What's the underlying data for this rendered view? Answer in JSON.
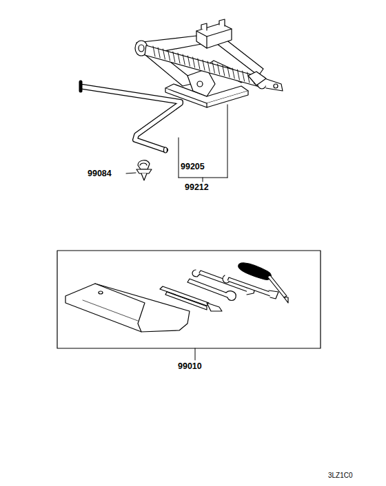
{
  "diagram": {
    "labels": [
      "99084",
      "99205",
      "99212",
      "99010",
      "3LZ1C0"
    ]
  }
}
